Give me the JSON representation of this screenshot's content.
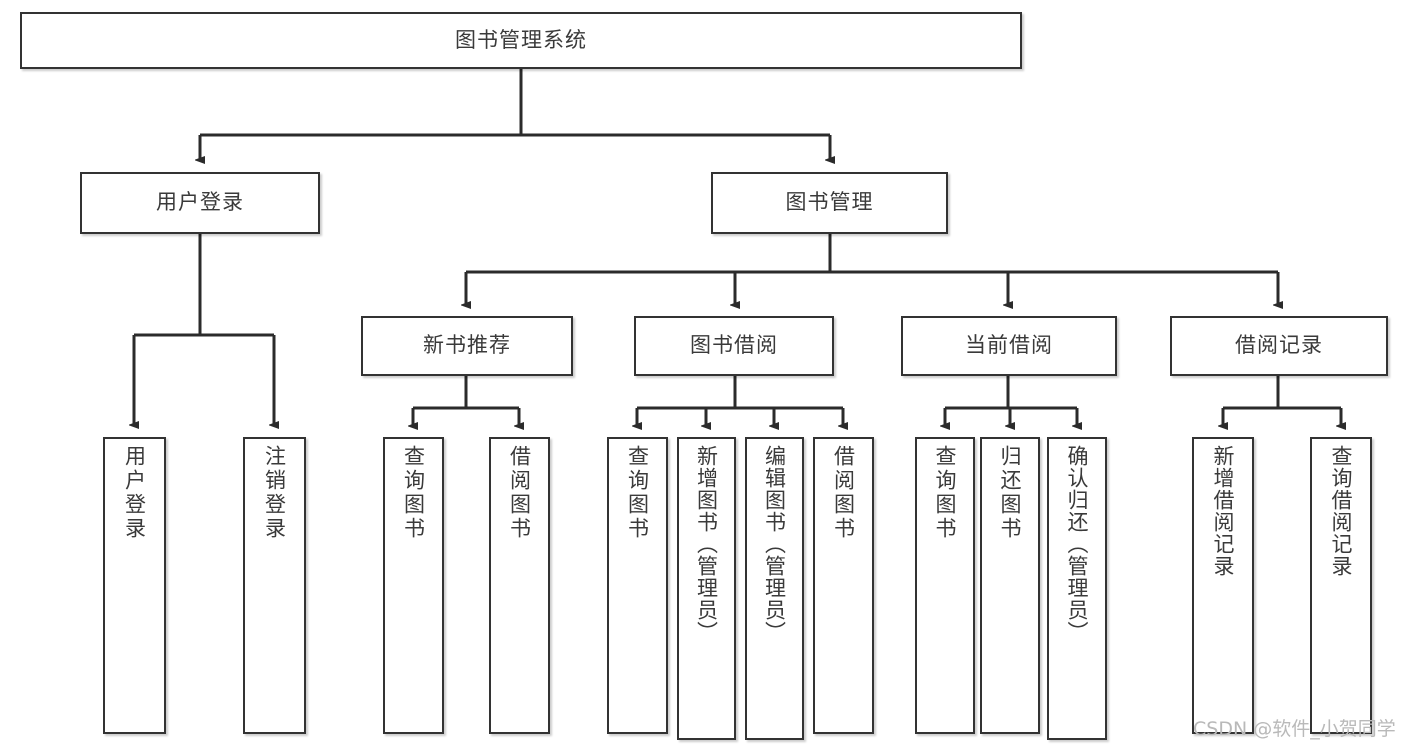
{
  "diagram": {
    "type": "tree-hierarchy-chart",
    "title": "图书管理系统",
    "watermark": "CSDN @软件_小贺同学",
    "colors": {
      "box_border": "#333333",
      "box_fill": "#ffffff",
      "text": "#3a3a3a",
      "connector": "#2b2b2b",
      "watermark": "#b9b9b9",
      "background": "#ffffff"
    },
    "nodes": {
      "root": {
        "label": "图书管理系统"
      },
      "level2": [
        {
          "label": "用户登录"
        },
        {
          "label": "图书管理"
        }
      ],
      "level3": [
        {
          "label": "新书推荐"
        },
        {
          "label": "图书借阅"
        },
        {
          "label": "当前借阅"
        },
        {
          "label": "借阅记录"
        }
      ],
      "leaves": {
        "user_login": [
          {
            "label": "用户登录"
          },
          {
            "label": "注销登录"
          }
        ],
        "new_book": [
          {
            "label": "查询图书"
          },
          {
            "label": "借阅图书"
          }
        ],
        "book_borrow": [
          {
            "label": "查询图书"
          },
          {
            "label": "新增图书（管理员）"
          },
          {
            "label": "编辑图书（管理员）"
          },
          {
            "label": "借阅图书"
          }
        ],
        "current_borrow": [
          {
            "label": "查询图书"
          },
          {
            "label": "归还图书"
          },
          {
            "label": "确认归还（管理员）"
          }
        ],
        "borrow_record": [
          {
            "label": "新增借阅记录"
          },
          {
            "label": "查询借阅记录"
          }
        ]
      }
    }
  }
}
